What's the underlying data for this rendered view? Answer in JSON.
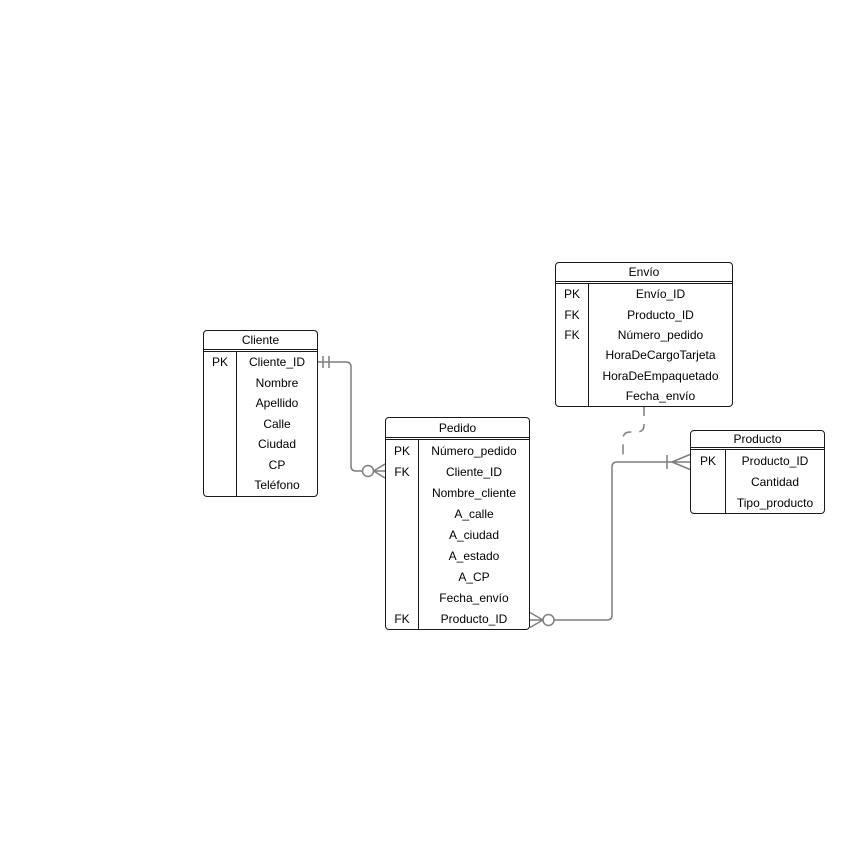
{
  "colors": {
    "table_border": "#1a1a1a",
    "connector": "#7e7e7e",
    "text": "#000000",
    "background": "#ffffff",
    "table_fill": "#ffffff"
  },
  "tables": {
    "cliente": {
      "title": "Cliente",
      "rows": [
        {
          "key": "PK",
          "field": "Cliente_ID"
        },
        {
          "key": "",
          "field": "Nombre"
        },
        {
          "key": "",
          "field": "Apellido"
        },
        {
          "key": "",
          "field": "Calle"
        },
        {
          "key": "",
          "field": "Ciudad"
        },
        {
          "key": "",
          "field": "CP"
        },
        {
          "key": "",
          "field": "Teléfono"
        }
      ]
    },
    "pedido": {
      "title": "Pedido",
      "rows": [
        {
          "key": "PK",
          "field": "Número_pedido"
        },
        {
          "key": "FK",
          "field": "Cliente_ID"
        },
        {
          "key": "",
          "field": "Nombre_cliente"
        },
        {
          "key": "",
          "field": "A_calle"
        },
        {
          "key": "",
          "field": "A_ciudad"
        },
        {
          "key": "",
          "field": "A_estado"
        },
        {
          "key": "",
          "field": "A_CP"
        },
        {
          "key": "",
          "field": "Fecha_envío"
        },
        {
          "key": "FK",
          "field": "Producto_ID"
        }
      ]
    },
    "envio": {
      "title": "Envío",
      "rows": [
        {
          "key": "PK",
          "field": "Envío_ID"
        },
        {
          "key": "FK",
          "field": "Producto_ID"
        },
        {
          "key": "FK",
          "field": "Número_pedido"
        },
        {
          "key": "",
          "field": "HoraDeCargoTarjeta"
        },
        {
          "key": "",
          "field": "HoraDeEmpaquetado"
        },
        {
          "key": "",
          "field": "Fecha_envío"
        }
      ]
    },
    "producto": {
      "title": "Producto",
      "rows": [
        {
          "key": "PK",
          "field": "Producto_ID"
        },
        {
          "key": "",
          "field": "Cantidad"
        },
        {
          "key": "",
          "field": "Tipo_producto"
        }
      ]
    }
  },
  "relationships": [
    {
      "from_table": "Cliente",
      "from_field": "Cliente_ID",
      "to_table": "Pedido",
      "to_field": "Cliente_ID",
      "from_cardinality": "one-and-only-one",
      "to_cardinality": "zero-or-many",
      "line_style": "solid"
    },
    {
      "from_table": "Pedido",
      "from_field": "Producto_ID",
      "to_table": "Producto",
      "to_field": "Producto_ID",
      "from_cardinality": "zero-or-many",
      "to_cardinality": "one-or-many",
      "line_style": "solid"
    },
    {
      "from_table": "Envío",
      "from_field": "",
      "to_table": "Pedido–Producto relationship line",
      "to_field": "",
      "from_cardinality": "none",
      "to_cardinality": "none",
      "line_style": "dashed"
    }
  ]
}
